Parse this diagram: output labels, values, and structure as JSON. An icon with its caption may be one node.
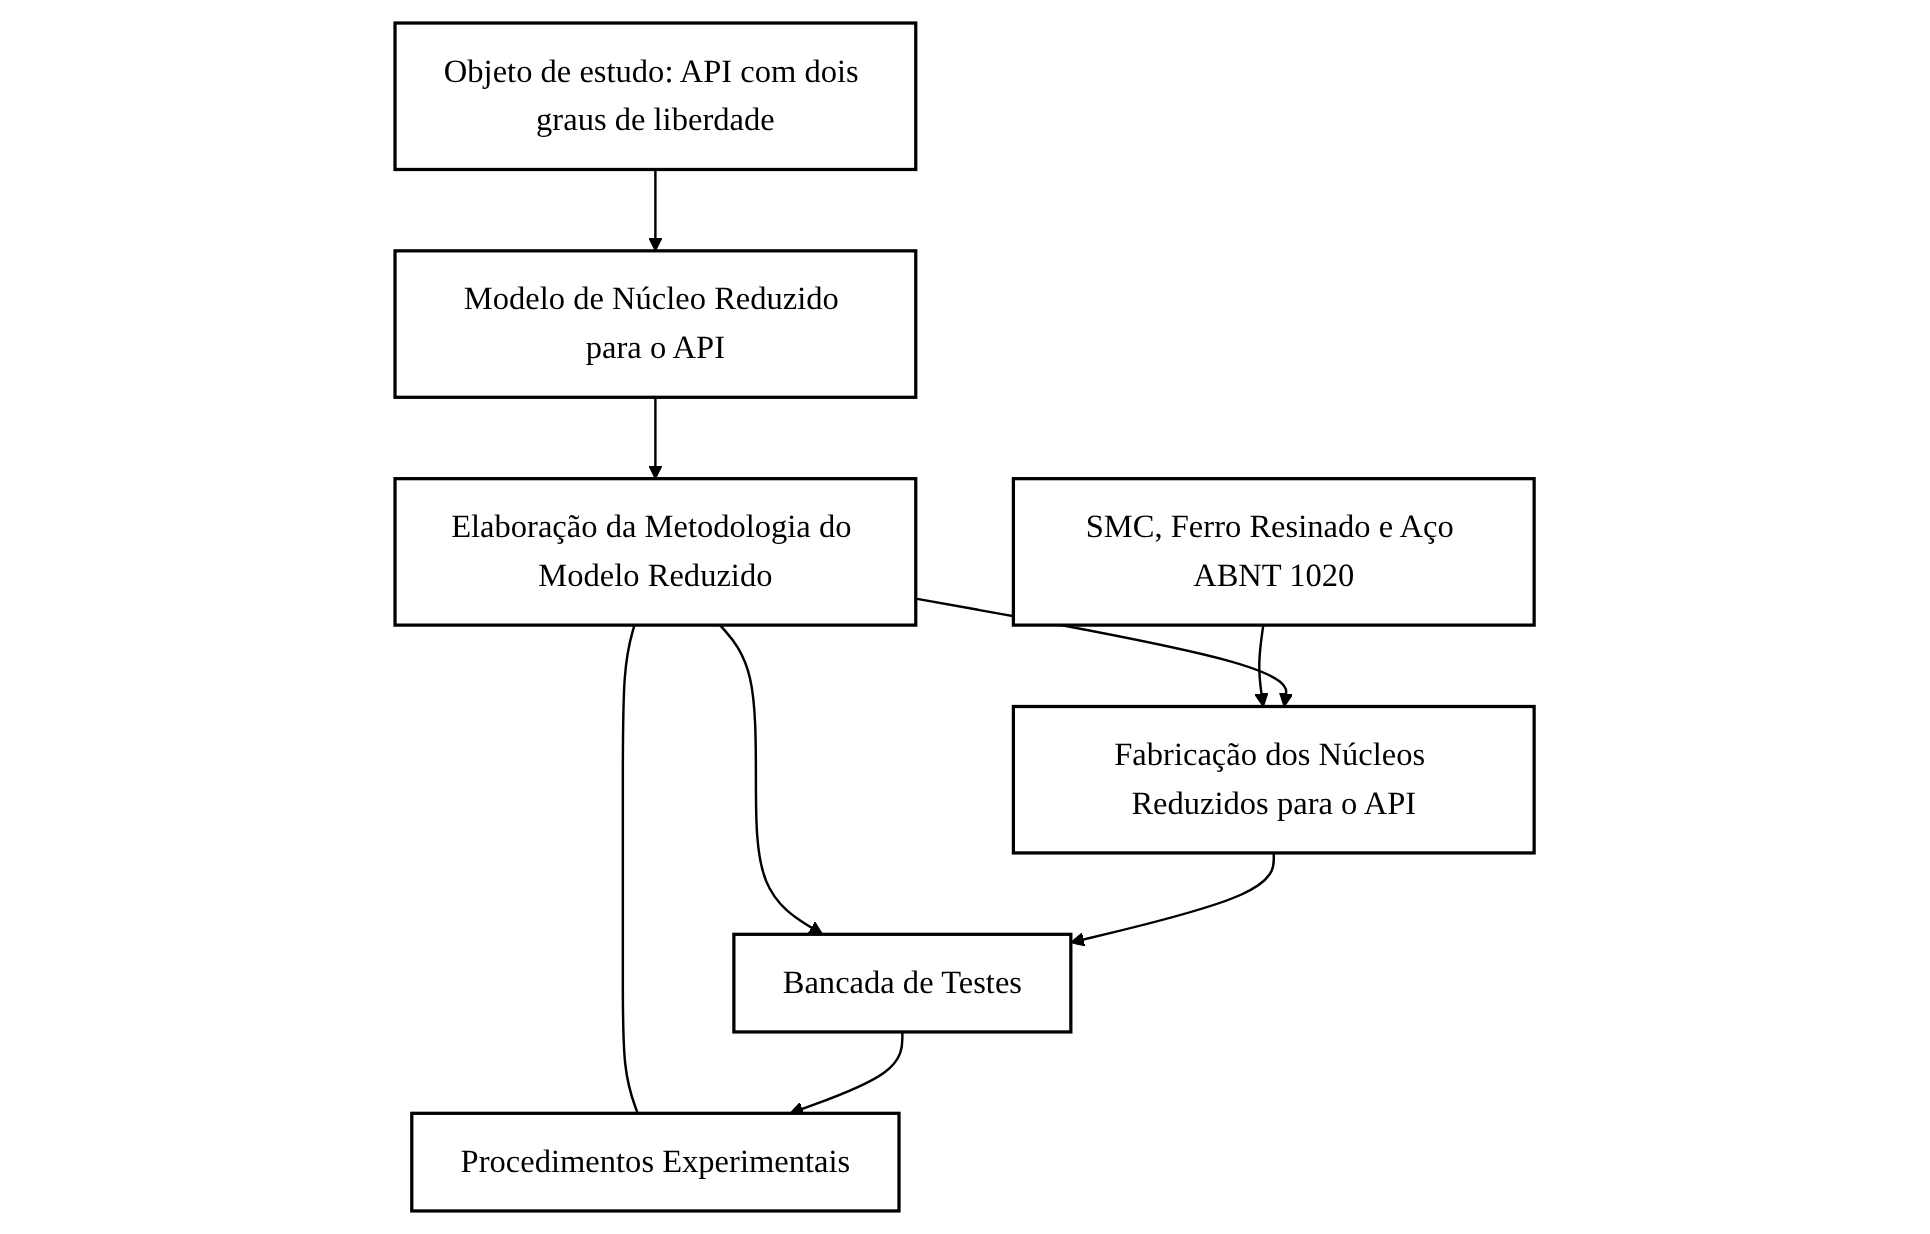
{
  "diagram": {
    "nodes": [
      {
        "text": [
          "Objeto de estudo: API com dois graus de liberdade"
        ]
      },
      {
        "text": [
          "Modelo de Núcleo Reduzido para o API"
        ]
      },
      {
        "text": [
          "SMC, Ferro Resinado e Aço ABNT 1020"
        ]
      },
      {
        "text": [
          "Elaboração da Metodologia do Modelo Reduzido"
        ]
      },
      {
        "text": [
          "Fabricação dos Núcleos Reduzidos para o API"
        ]
      },
      {
        "text": [
          "Procedimentos Experimentais"
        ]
      },
      {
        "text": [
          "Bancada de Testes"
        ]
      }
    ],
    "edges": [
      {
        "from": 0,
        "to": 1,
        "arrow": "to"
      },
      {
        "from": 1,
        "to": 3,
        "arrow": "to"
      },
      {
        "from": 2,
        "to": 4,
        "arrow": "to"
      },
      {
        "from": 3,
        "to": 4,
        "arrow": "to"
      },
      {
        "from": 3,
        "to": 5,
        "arrow": "none"
      },
      {
        "from": 3,
        "to": 6,
        "arrow": "to"
      },
      {
        "from": 4,
        "to": 6,
        "arrow": "to"
      },
      {
        "from": 6,
        "to": 5,
        "arrow": "to"
      }
    ]
  }
}
